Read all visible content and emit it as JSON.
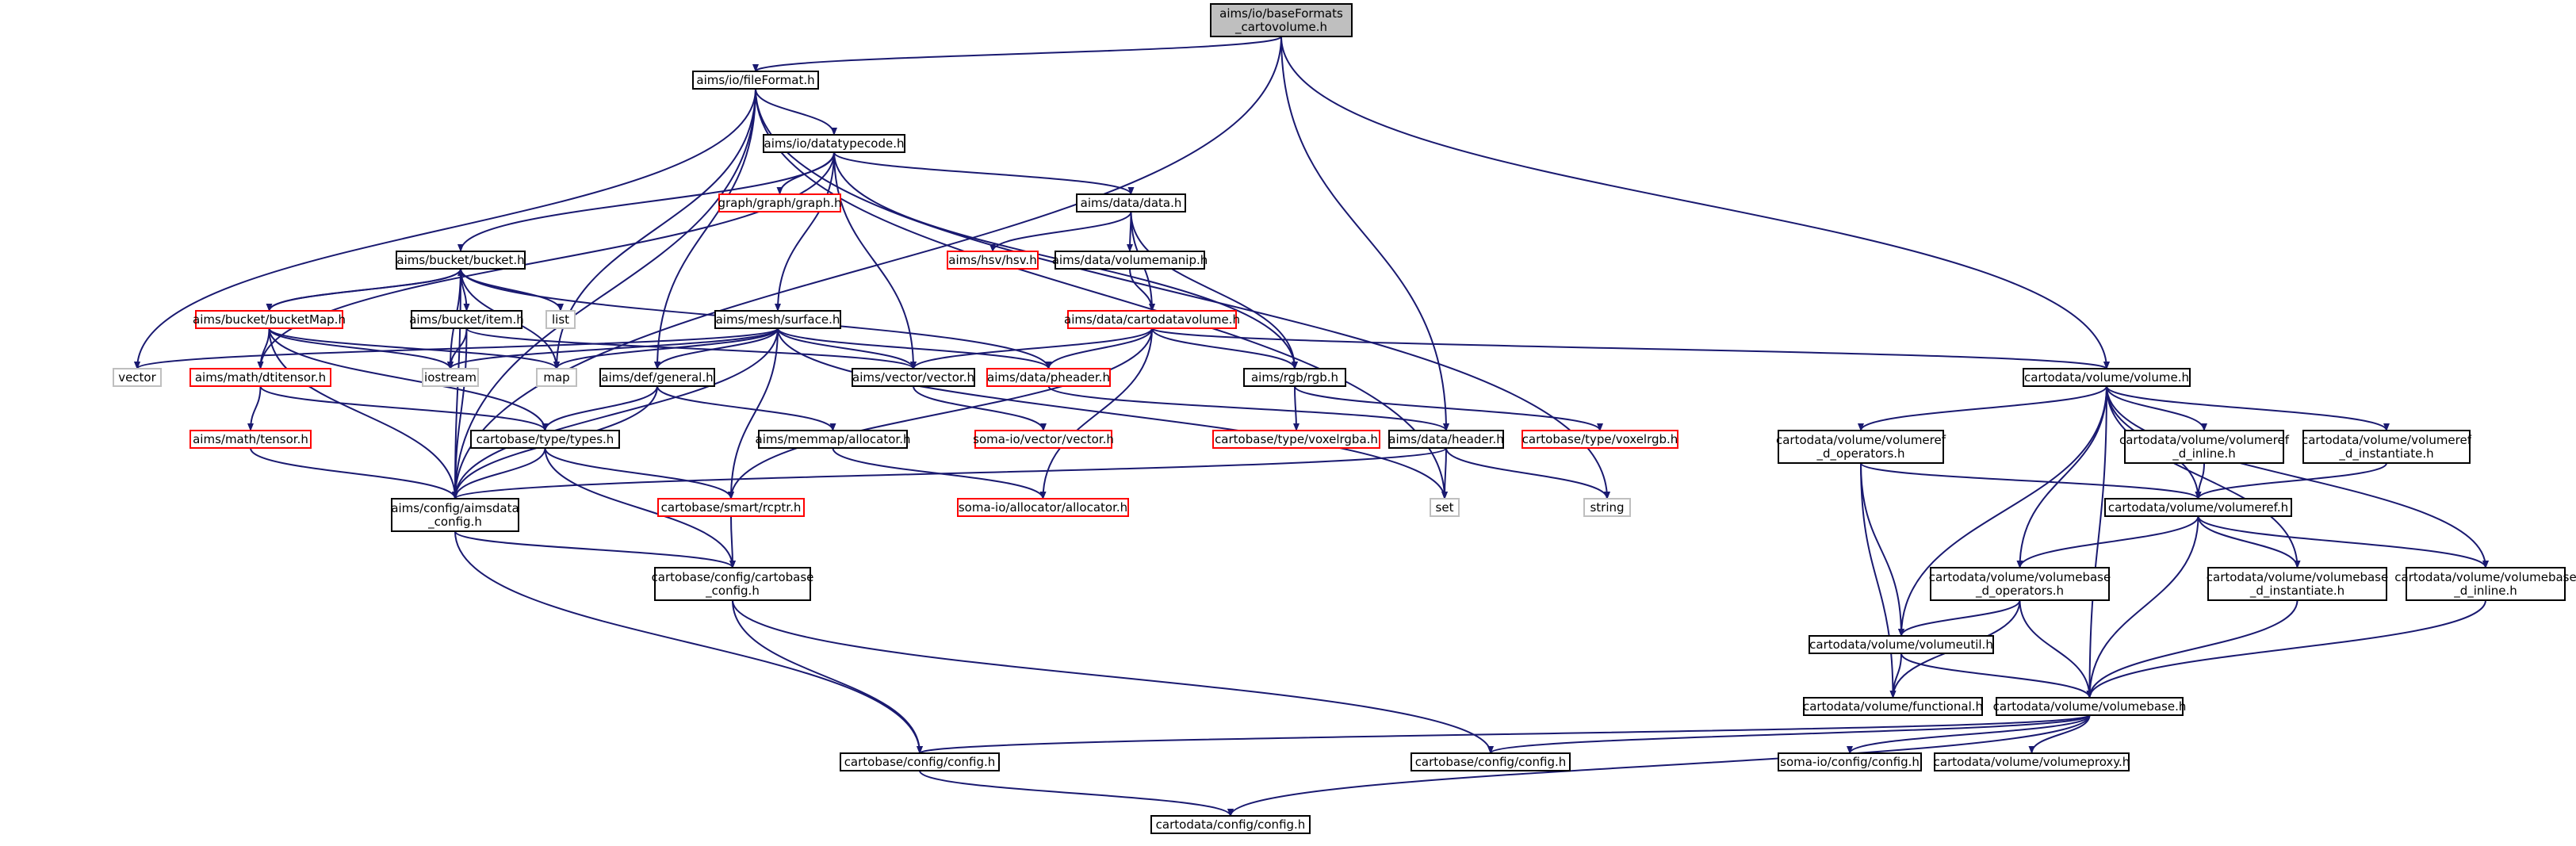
{
  "colors": {
    "edge": "#191970",
    "node_default_border": "#000000",
    "node_missing_border": "#ff0000",
    "node_external_border": "#bfbfbf",
    "node_root_fill": "#bfbfbf",
    "text": "#000000"
  },
  "graph": {
    "nodes": [
      {
        "id": "root",
        "lines": [
          "aims/io/baseFormats",
          "_cartovolume.h"
        ],
        "kind": "root"
      },
      {
        "id": "fileformat",
        "lines": [
          "aims/io/fileFormat.h"
        ],
        "kind": "default"
      },
      {
        "id": "datatypecode",
        "lines": [
          "aims/io/datatypecode.h"
        ],
        "kind": "default"
      },
      {
        "id": "graph",
        "lines": [
          "graph/graph/graph.h"
        ],
        "kind": "missing"
      },
      {
        "id": "datadata",
        "lines": [
          "aims/data/data.h"
        ],
        "kind": "default"
      },
      {
        "id": "hsv",
        "lines": [
          "aims/hsv/hsv.h"
        ],
        "kind": "missing"
      },
      {
        "id": "volumemanip",
        "lines": [
          "aims/data/volumemanip.h"
        ],
        "kind": "default"
      },
      {
        "id": "cartodatavolume",
        "lines": [
          "aims/data/cartodatavolume.h"
        ],
        "kind": "missing"
      },
      {
        "id": "bucket",
        "lines": [
          "aims/bucket/bucket.h"
        ],
        "kind": "default"
      },
      {
        "id": "bucketmap",
        "lines": [
          "aims/bucket/bucketMap.h"
        ],
        "kind": "missing"
      },
      {
        "id": "bucketitem",
        "lines": [
          "aims/bucket/item.h"
        ],
        "kind": "default"
      },
      {
        "id": "list",
        "lines": [
          "list"
        ],
        "kind": "external"
      },
      {
        "id": "surface",
        "lines": [
          "aims/mesh/surface.h"
        ],
        "kind": "default"
      },
      {
        "id": "vector",
        "lines": [
          "vector"
        ],
        "kind": "external"
      },
      {
        "id": "iostream",
        "lines": [
          "iostream"
        ],
        "kind": "external"
      },
      {
        "id": "map",
        "lines": [
          "map"
        ],
        "kind": "external"
      },
      {
        "id": "dtitensor",
        "lines": [
          "aims/math/dtitensor.h"
        ],
        "kind": "missing"
      },
      {
        "id": "tensor",
        "lines": [
          "aims/math/tensor.h"
        ],
        "kind": "missing"
      },
      {
        "id": "general",
        "lines": [
          "aims/def/general.h"
        ],
        "kind": "default"
      },
      {
        "id": "vecvector",
        "lines": [
          "aims/vector/vector.h"
        ],
        "kind": "default"
      },
      {
        "id": "pheader",
        "lines": [
          "aims/data/pheader.h"
        ],
        "kind": "missing"
      },
      {
        "id": "rgb",
        "lines": [
          "aims/rgb/rgb.h"
        ],
        "kind": "default"
      },
      {
        "id": "somavector",
        "lines": [
          "soma-io/vector/vector.h"
        ],
        "kind": "missing"
      },
      {
        "id": "voxelrgba",
        "lines": [
          "cartobase/type/voxelrgba.h"
        ],
        "kind": "missing"
      },
      {
        "id": "voxelrgb",
        "lines": [
          "cartobase/type/voxelrgb.h"
        ],
        "kind": "missing"
      },
      {
        "id": "types",
        "lines": [
          "cartobase/type/types.h"
        ],
        "kind": "default"
      },
      {
        "id": "memmap",
        "lines": [
          "aims/memmap/allocator.h"
        ],
        "kind": "default"
      },
      {
        "id": "header",
        "lines": [
          "aims/data/header.h"
        ],
        "kind": "default"
      },
      {
        "id": "aimsconfig",
        "lines": [
          "aims/config/aimsdata",
          "_config.h"
        ],
        "kind": "default"
      },
      {
        "id": "rcptr",
        "lines": [
          "cartobase/smart/rcptr.h"
        ],
        "kind": "missing"
      },
      {
        "id": "somaallocator",
        "lines": [
          "soma-io/allocator/allocator.h"
        ],
        "kind": "missing"
      },
      {
        "id": "set",
        "lines": [
          "set"
        ],
        "kind": "external"
      },
      {
        "id": "string",
        "lines": [
          "string"
        ],
        "kind": "external"
      },
      {
        "id": "cartobaseconfig",
        "lines": [
          "cartobase/config/cartobase",
          "_config.h"
        ],
        "kind": "default"
      },
      {
        "id": "cbconfig1",
        "lines": [
          "cartobase/config/config.h"
        ],
        "kind": "default"
      },
      {
        "id": "cbconfig2",
        "lines": [
          "cartobase/config/config.h"
        ],
        "kind": "default"
      },
      {
        "id": "cdconfig",
        "lines": [
          "cartodata/config/config.h"
        ],
        "kind": "default"
      },
      {
        "id": "cdvolume",
        "lines": [
          "cartodata/volume/volume.h"
        ],
        "kind": "default"
      },
      {
        "id": "volref_ops",
        "lines": [
          "cartodata/volume/volumeref",
          "_d_operators.h"
        ],
        "kind": "default"
      },
      {
        "id": "volref_inline",
        "lines": [
          "cartodata/volume/volumeref",
          "_d_inline.h"
        ],
        "kind": "default"
      },
      {
        "id": "volref_inst",
        "lines": [
          "cartodata/volume/volumeref",
          "_d_instantiate.h"
        ],
        "kind": "default"
      },
      {
        "id": "volref",
        "lines": [
          "cartodata/volume/volumeref.h"
        ],
        "kind": "default"
      },
      {
        "id": "volbase_ops",
        "lines": [
          "cartodata/volume/volumebase",
          "_d_operators.h"
        ],
        "kind": "default"
      },
      {
        "id": "volbase_inst",
        "lines": [
          "cartodata/volume/volumebase",
          "_d_instantiate.h"
        ],
        "kind": "default"
      },
      {
        "id": "volbase_inline",
        "lines": [
          "cartodata/volume/volumebase",
          "_d_inline.h"
        ],
        "kind": "default"
      },
      {
        "id": "volutil",
        "lines": [
          "cartodata/volume/volumeutil.h"
        ],
        "kind": "default"
      },
      {
        "id": "functional",
        "lines": [
          "cartodata/volume/functional.h"
        ],
        "kind": "default"
      },
      {
        "id": "volbase",
        "lines": [
          "cartodata/volume/volumebase.h"
        ],
        "kind": "default"
      },
      {
        "id": "somaconfig",
        "lines": [
          "soma-io/config/config.h"
        ],
        "kind": "default"
      },
      {
        "id": "volproxy",
        "lines": [
          "cartodata/volume/volumeproxy.h"
        ],
        "kind": "default"
      }
    ],
    "edges": [
      [
        "root",
        "fileformat"
      ],
      [
        "root",
        "aimsconfig"
      ],
      [
        "root",
        "header"
      ],
      [
        "root",
        "cdvolume"
      ],
      [
        "fileformat",
        "datatypecode"
      ],
      [
        "fileformat",
        "vector"
      ],
      [
        "fileformat",
        "aimsconfig"
      ],
      [
        "fileformat",
        "map"
      ],
      [
        "fileformat",
        "general"
      ],
      [
        "fileformat",
        "set"
      ],
      [
        "fileformat",
        "string"
      ],
      [
        "datatypecode",
        "graph"
      ],
      [
        "datatypecode",
        "datadata"
      ],
      [
        "datatypecode",
        "bucket"
      ],
      [
        "datatypecode",
        "surface"
      ],
      [
        "datatypecode",
        "dtitensor"
      ],
      [
        "datatypecode",
        "vecvector"
      ],
      [
        "datatypecode",
        "rgb"
      ],
      [
        "datadata",
        "hsv"
      ],
      [
        "datadata",
        "volumemanip"
      ],
      [
        "datadata",
        "cartodatavolume"
      ],
      [
        "datadata",
        "rgb"
      ],
      [
        "volumemanip",
        "cartodatavolume"
      ],
      [
        "cartodatavolume",
        "vecvector"
      ],
      [
        "cartodatavolume",
        "pheader"
      ],
      [
        "cartodatavolume",
        "rgb"
      ],
      [
        "cartodatavolume",
        "cdvolume"
      ],
      [
        "cartodatavolume",
        "rcptr"
      ],
      [
        "cartodatavolume",
        "somaallocator"
      ],
      [
        "bucket",
        "bucketmap"
      ],
      [
        "bucket",
        "bucketitem"
      ],
      [
        "bucket",
        "list"
      ],
      [
        "bucket",
        "iostream"
      ],
      [
        "bucket",
        "map"
      ],
      [
        "bucket",
        "pheader"
      ],
      [
        "bucket",
        "aimsconfig"
      ],
      [
        "bucketmap",
        "bucket"
      ],
      [
        "bucketmap",
        "iostream"
      ],
      [
        "bucketmap",
        "map"
      ],
      [
        "bucketmap",
        "dtitensor"
      ],
      [
        "bucketmap",
        "types"
      ],
      [
        "bucketmap",
        "aimsconfig"
      ],
      [
        "bucketitem",
        "iostream"
      ],
      [
        "bucketitem",
        "vecvector"
      ],
      [
        "bucketitem",
        "aimsconfig"
      ],
      [
        "surface",
        "vector"
      ],
      [
        "surface",
        "iostream"
      ],
      [
        "surface",
        "map"
      ],
      [
        "surface",
        "general"
      ],
      [
        "surface",
        "vecvector"
      ],
      [
        "surface",
        "pheader"
      ],
      [
        "surface",
        "rcptr"
      ],
      [
        "surface",
        "aimsconfig"
      ],
      [
        "surface",
        "set"
      ],
      [
        "dtitensor",
        "tensor"
      ],
      [
        "dtitensor",
        "types"
      ],
      [
        "tensor",
        "aimsconfig"
      ],
      [
        "general",
        "types"
      ],
      [
        "general",
        "memmap"
      ],
      [
        "general",
        "aimsconfig"
      ],
      [
        "vecvector",
        "somavector"
      ],
      [
        "pheader",
        "header"
      ],
      [
        "rgb",
        "voxelrgba"
      ],
      [
        "rgb",
        "voxelrgb"
      ],
      [
        "types",
        "rcptr"
      ],
      [
        "types",
        "cartobaseconfig"
      ],
      [
        "types",
        "aimsconfig"
      ],
      [
        "memmap",
        "somaallocator"
      ],
      [
        "header",
        "aimsconfig"
      ],
      [
        "header",
        "set"
      ],
      [
        "header",
        "string"
      ],
      [
        "rcptr",
        "cartobaseconfig"
      ],
      [
        "aimsconfig",
        "cartobaseconfig"
      ],
      [
        "aimsconfig",
        "cbconfig1"
      ],
      [
        "cartobaseconfig",
        "cbconfig1"
      ],
      [
        "cartobaseconfig",
        "cbconfig2"
      ],
      [
        "cbconfig1",
        "cdconfig"
      ],
      [
        "cdvolume",
        "volref_ops"
      ],
      [
        "cdvolume",
        "volref_inline"
      ],
      [
        "cdvolume",
        "volref_inst"
      ],
      [
        "cdvolume",
        "volref"
      ],
      [
        "cdvolume",
        "volbase_ops"
      ],
      [
        "cdvolume",
        "volbase_inst"
      ],
      [
        "cdvolume",
        "volbase_inline"
      ],
      [
        "cdvolume",
        "volutil"
      ],
      [
        "cdvolume",
        "volbase"
      ],
      [
        "volref_ops",
        "volref"
      ],
      [
        "volref_ops",
        "volutil"
      ],
      [
        "volref_ops",
        "functional"
      ],
      [
        "volref_inline",
        "volref"
      ],
      [
        "volref_inst",
        "volref"
      ],
      [
        "volref",
        "volbase_ops"
      ],
      [
        "volref",
        "volbase_inst"
      ],
      [
        "volref",
        "volbase_inline"
      ],
      [
        "volref",
        "volbase"
      ],
      [
        "volbase_ops",
        "volutil"
      ],
      [
        "volbase_ops",
        "functional"
      ],
      [
        "volbase_ops",
        "volbase"
      ],
      [
        "volbase_inst",
        "volbase"
      ],
      [
        "volbase_inline",
        "volbase"
      ],
      [
        "volutil",
        "functional"
      ],
      [
        "volutil",
        "volbase"
      ],
      [
        "volbase",
        "cbconfig1"
      ],
      [
        "volbase",
        "cbconfig2"
      ],
      [
        "volbase",
        "somaconfig"
      ],
      [
        "volbase",
        "volproxy"
      ],
      [
        "volbase",
        "cdconfig"
      ]
    ]
  }
}
